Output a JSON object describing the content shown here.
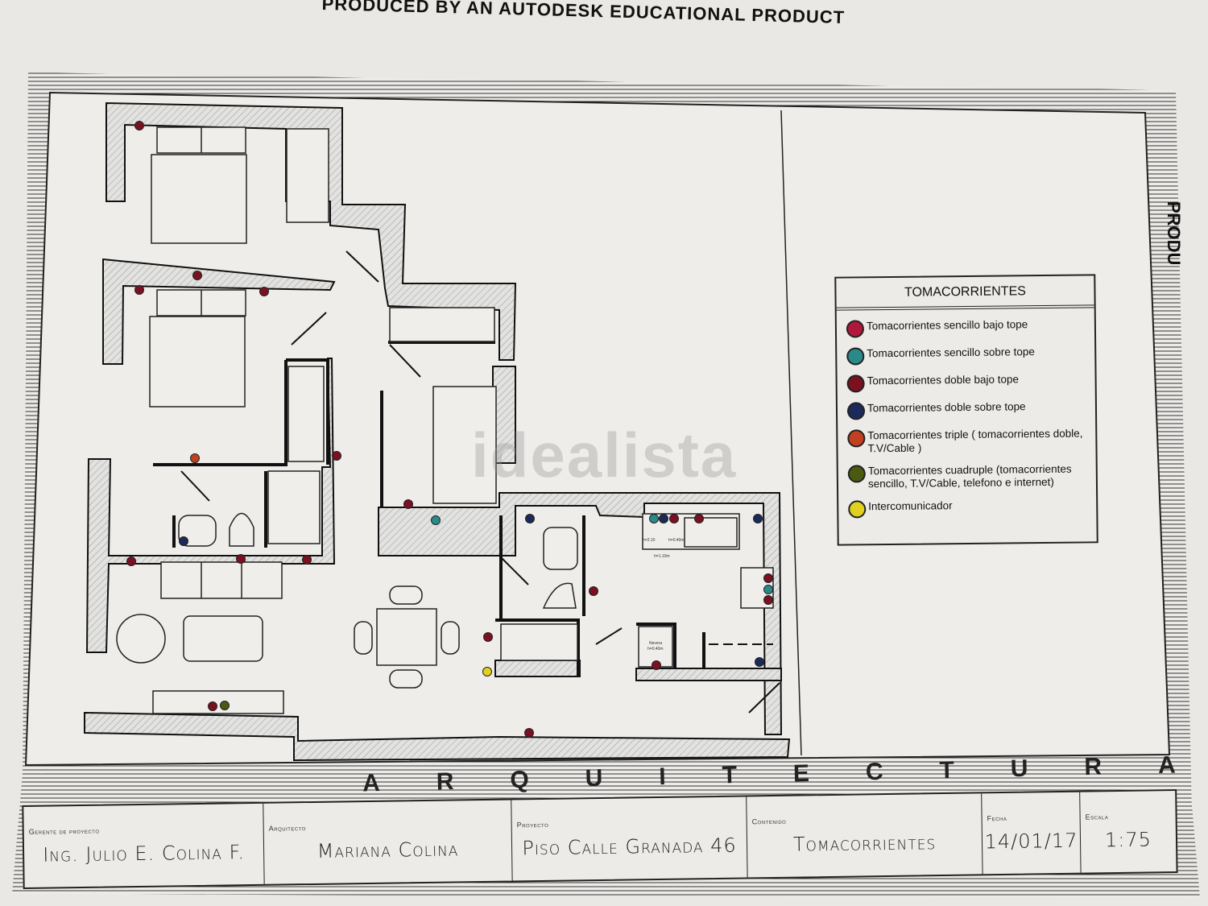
{
  "header_note": "PRODUCED BY AN AUTODESK EDUCATIONAL PRODUCT",
  "side_note": "PRODU",
  "watermark": "idealista",
  "legend": {
    "title": "TOMACORRIENTES",
    "items": [
      {
        "label": "Tomacorrientes sencillo  bajo tope",
        "color": "#b0173a"
      },
      {
        "label": "Tomacorrientes sencillo sobre tope",
        "color": "#2a8a8a"
      },
      {
        "label": "Tomacorrientes doble bajo tope",
        "color": "#7a1020"
      },
      {
        "label": "Tomacorrientes doble sobre tope",
        "color": "#1a2a5a"
      },
      {
        "label": "Tomacorrientes triple ( tomacorrientes doble, T.V/Cable )",
        "color": "#c04020"
      },
      {
        "label": "Tomacorrientes cuadruple  (tomacorrientes sencillo, T.V/Cable, telefono e internet)",
        "color": "#4a5a10"
      },
      {
        "label": "Intercomunicador",
        "color": "#e0d020"
      }
    ]
  },
  "plan_labels": {
    "nevera": "Nevera",
    "nevera_h": "h=0.40m",
    "h_210": "h=2.10",
    "h_040": "h=0.40m",
    "h_110": "h=1.10m"
  },
  "banner": [
    "A",
    "R",
    "Q",
    "U",
    "I",
    "T",
    "E",
    "C",
    "T",
    "U",
    "R",
    "A"
  ],
  "title_block": {
    "gerente_label": "Gerente de proyecto",
    "gerente": "Ing. Julio E. Colina F.",
    "arquitecto_label": "Arquitecto",
    "arquitecto": "Mariana Colina",
    "proyecto_label": "Proyecto",
    "proyecto": "Piso Calle Granada 46",
    "contenido_label": "Contenido",
    "contenido": "Tomacorrientes",
    "fecha_label": "Fecha",
    "fecha": "14/01/17",
    "escala_label": "Escala",
    "escala": "1:75"
  },
  "colors": {
    "paper": "#ecebe8",
    "wall_fill": "#d6d6d4",
    "ink": "#1a1a1a"
  }
}
